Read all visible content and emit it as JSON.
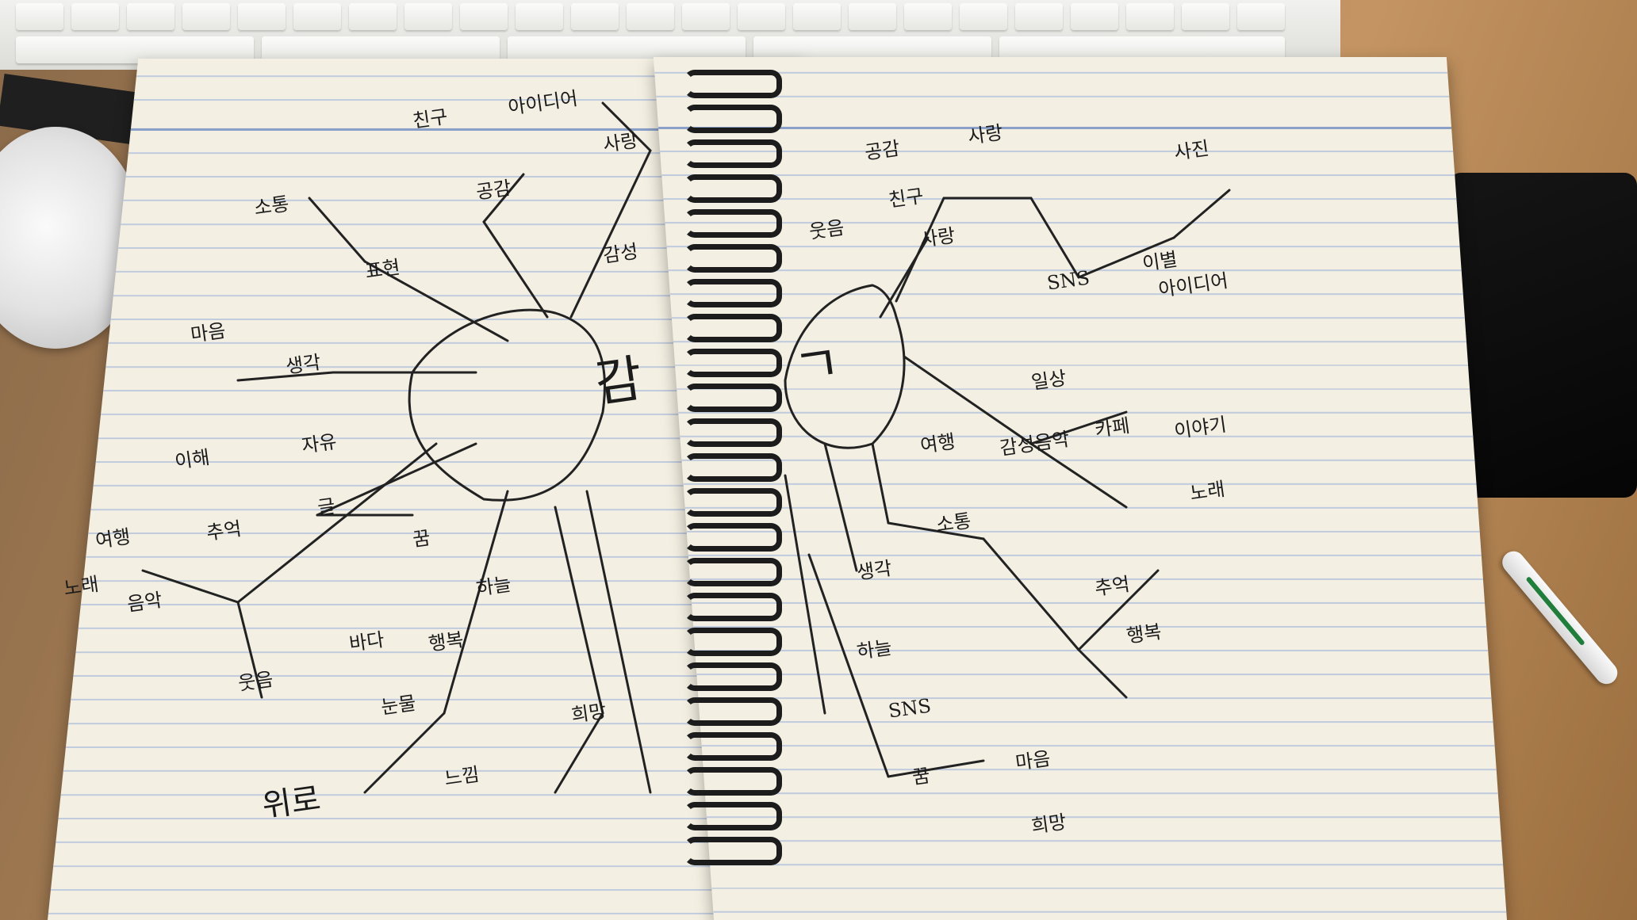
{
  "photo": {
    "subject": "",
    "left_page": {
      "center_word": "감",
      "words": [
        "친구",
        "아이디어",
        "사랑",
        "공감",
        "감성",
        "표현",
        "소통",
        "마음",
        "생각",
        "이해",
        "자유",
        "여행",
        "추억",
        "노래",
        "음악",
        "글",
        "꿈",
        "하늘",
        "바다",
        "행복",
        "웃음",
        "눈물",
        "느낌",
        "희망",
        "위로"
      ]
    },
    "right_page": {
      "center_word": "ㄱ",
      "words": [
        "공감",
        "사랑",
        "SNS",
        "카페",
        "감성음악",
        "사랑",
        "이야기",
        "노래",
        "여행",
        "생각",
        "사진",
        "일상",
        "소통",
        "웃음",
        "친구",
        "하늘",
        "추억",
        "행복",
        "SNS",
        "마음",
        "아이디어",
        "이별",
        "꿈",
        "희망"
      ]
    }
  }
}
